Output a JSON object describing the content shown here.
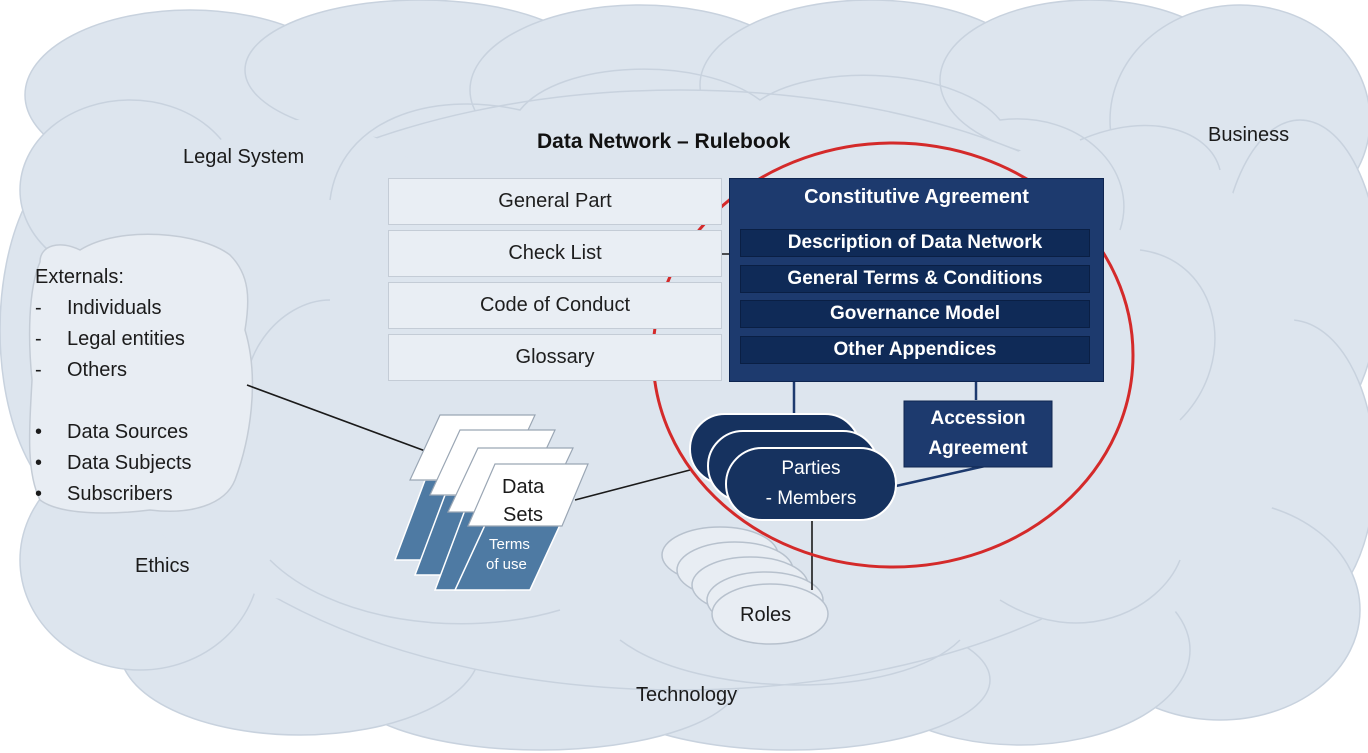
{
  "diagram": {
    "title": "Data Network – Rulebook",
    "clouds": {
      "legal": "Legal System",
      "business": "Business",
      "ethics": "Ethics",
      "technology": "Technology"
    },
    "rulebook_parts": [
      "General Part",
      "Check List",
      "Code of Conduct",
      "Glossary"
    ],
    "constitutive": {
      "title": "Constitutive Agreement",
      "items": [
        "Description of Data Network",
        "General Terms & Conditions",
        "Governance Model",
        "Other Appendices"
      ]
    },
    "accession": {
      "line1": "Accession",
      "line2": "Agreement"
    },
    "parties": {
      "line1": "Parties",
      "line2": "- Members"
    },
    "roles": "Roles",
    "data_sets": {
      "line1": "Data",
      "line2": "Sets",
      "terms1": "Terms",
      "terms2": "of use"
    },
    "externals": {
      "heading": "Externals:",
      "dash_items": [
        "Individuals",
        "Legal entities",
        "Others"
      ],
      "bullet_items": [
        "Data Sources",
        "Data Subjects",
        "Subscribers"
      ],
      "dash_marker": "-",
      "bullet_marker": "•"
    },
    "colors": {
      "cloud_fill": "#dde5ee",
      "cloud_stroke": "#c9d3df",
      "navy": "#1d3a6e",
      "navy_dark": "#0f2a57",
      "highlight_circle": "#d42a2a",
      "terms_blue": "#4e7aa3"
    }
  }
}
